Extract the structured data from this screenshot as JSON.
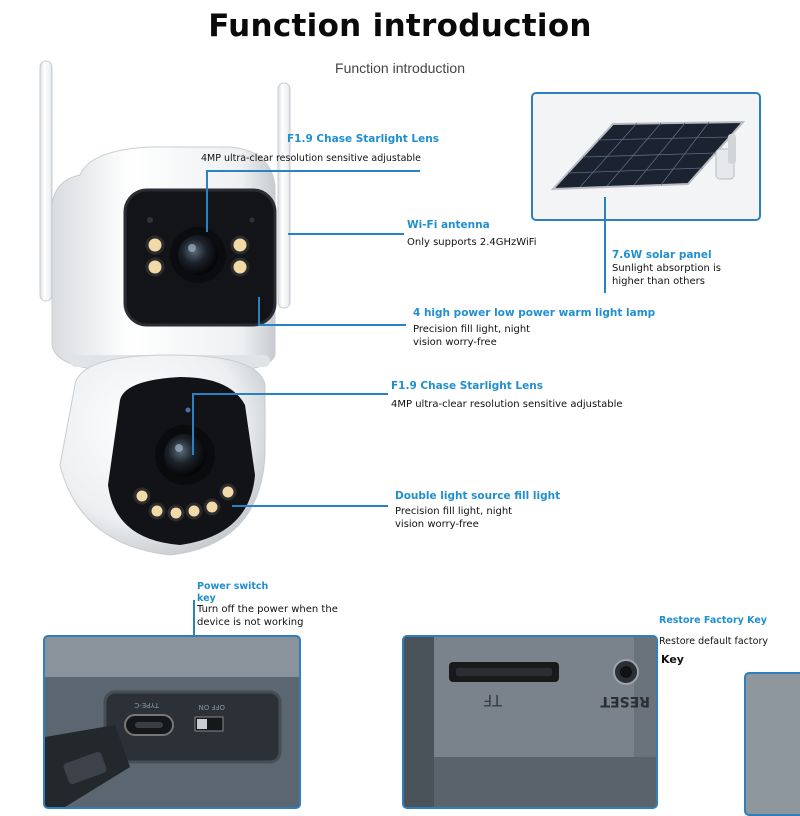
{
  "header": {
    "title": "Function introduction",
    "subtitle": "Function introduction"
  },
  "features": {
    "lens_top": {
      "title": "F1.9 Chase Starlight Lens",
      "desc": "4MP ultra-clear resolution sensitive adjustable"
    },
    "wifi": {
      "title": "Wi-Fi antenna",
      "desc": "Only supports 2.4GHzWiFi"
    },
    "solar": {
      "title": "7.6W solar panel",
      "desc_line1": "Sunlight absorption is",
      "desc_line2": "higher than others"
    },
    "warm_lamp": {
      "title": "4 high power low power warm light lamp",
      "desc_line1": "Precision fill light, night",
      "desc_line2": "vision worry-free"
    },
    "lens_bottom": {
      "title": "F1.9 Chase Starlight Lens",
      "desc": "4MP ultra-clear resolution sensitive adjustable"
    },
    "double_light": {
      "title": "Double light source fill light",
      "desc_line1": "Precision fill light, night",
      "desc_line2": "vision worry-free"
    }
  },
  "bottom": {
    "power": {
      "title_line1": "Power switch",
      "title_line2": "key",
      "desc_line1": "Turn off the power when the",
      "desc_line2": "device is not working"
    },
    "restore": {
      "title": "Restore Factory Key",
      "desc_line1": "Restore default factory",
      "desc_line2": "Key"
    },
    "port_labels": {
      "typec": "TYPE-C",
      "onoff": "OFF ON",
      "tf": "TF",
      "reset": "RESET"
    }
  },
  "colors": {
    "accent_blue": "#1f8fd0",
    "line_blue": "#2a82c4",
    "frame_blue": "#2f7fbf",
    "camera_white": "#f4f5f6",
    "lens_black": "#14161a",
    "led_warm": "#f2d9a8"
  }
}
